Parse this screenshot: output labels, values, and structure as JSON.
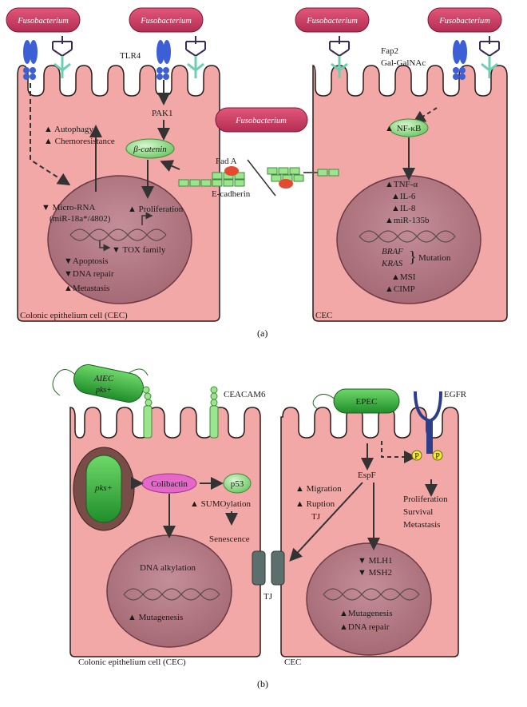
{
  "panel_a": {
    "label": "(a)",
    "bacterium_name": "Fusobacterium",
    "tlr4": "TLR4",
    "pak1": "PAK1",
    "beta_catenin": "β-catenin",
    "autophagy": "Autophagy",
    "chemoresistance": "Chemoresistance",
    "microrna_line1": "Micro-RNA",
    "microrna_line2": "(miR-18a*/4802)",
    "proliferation": "Proliferation",
    "tox_family": "TOX family",
    "apoptosis": "Apoptosis",
    "dna_repair": "DNA repair",
    "metastasis": "Metastasis",
    "fad_a": "Fad A",
    "e_cadherin": "E-cadherin",
    "fap2": "Fap2",
    "gal_galnac": "Gal-GalNAc",
    "nfkb": "NF-κB",
    "tnf_alpha": "TNF-α",
    "il6": "IL-6",
    "il8": "IL-8",
    "mir135b": "miR-135b",
    "braf": "BRAF",
    "kras": "KRAS",
    "mutation": "Mutation",
    "msi": "MSI",
    "cimp": "CIMP",
    "left_cell_caption": "Colonic epithelium cell (CEC)",
    "right_cell_caption": "CEC"
  },
  "panel_b": {
    "label": "(b)",
    "aiec_line1": "AIEC",
    "aiec_line2": "pks+",
    "ceacam6": "CEACAM6",
    "pks_inner": "pks+",
    "colibactin": "Colibactin",
    "p53": "p53",
    "sumoylation": "SUMOylation",
    "senescence": "Senescence",
    "dna_alkylation": "DNA alkylation",
    "mutagenesis_left": "Mutagenesis",
    "tj": "TJ",
    "epec": "EPEC",
    "egfr": "EGFR",
    "p_badge": "P",
    "espf": "EspF",
    "proliferation": "Proliferation",
    "survival": "Survival",
    "metastasis": "Metastasis",
    "migration": "Migration",
    "ruption": "Ruption",
    "ruption_tj": "TJ",
    "mlh1": "MLH1",
    "msh2": "MSH2",
    "mutagenesis_right": "Mutagenesis",
    "dna_repair": "DNA repair",
    "left_cell_caption": "Colonic epithelium cell (CEC)",
    "right_cell_caption": "CEC"
  },
  "colors": {
    "cell_fill": "#f2a8a6",
    "cell_stroke": "#2b1a1a",
    "nucleus_fill": "#b67c86",
    "fusobacterium": "#cf3a62",
    "green_node": "#8fdc8a",
    "receptor_blue": "#3d5fd6",
    "bacteria_green": "#2fae3a",
    "colibactin_pink": "#e368c7",
    "tj_gray": "#5d6f6c"
  }
}
